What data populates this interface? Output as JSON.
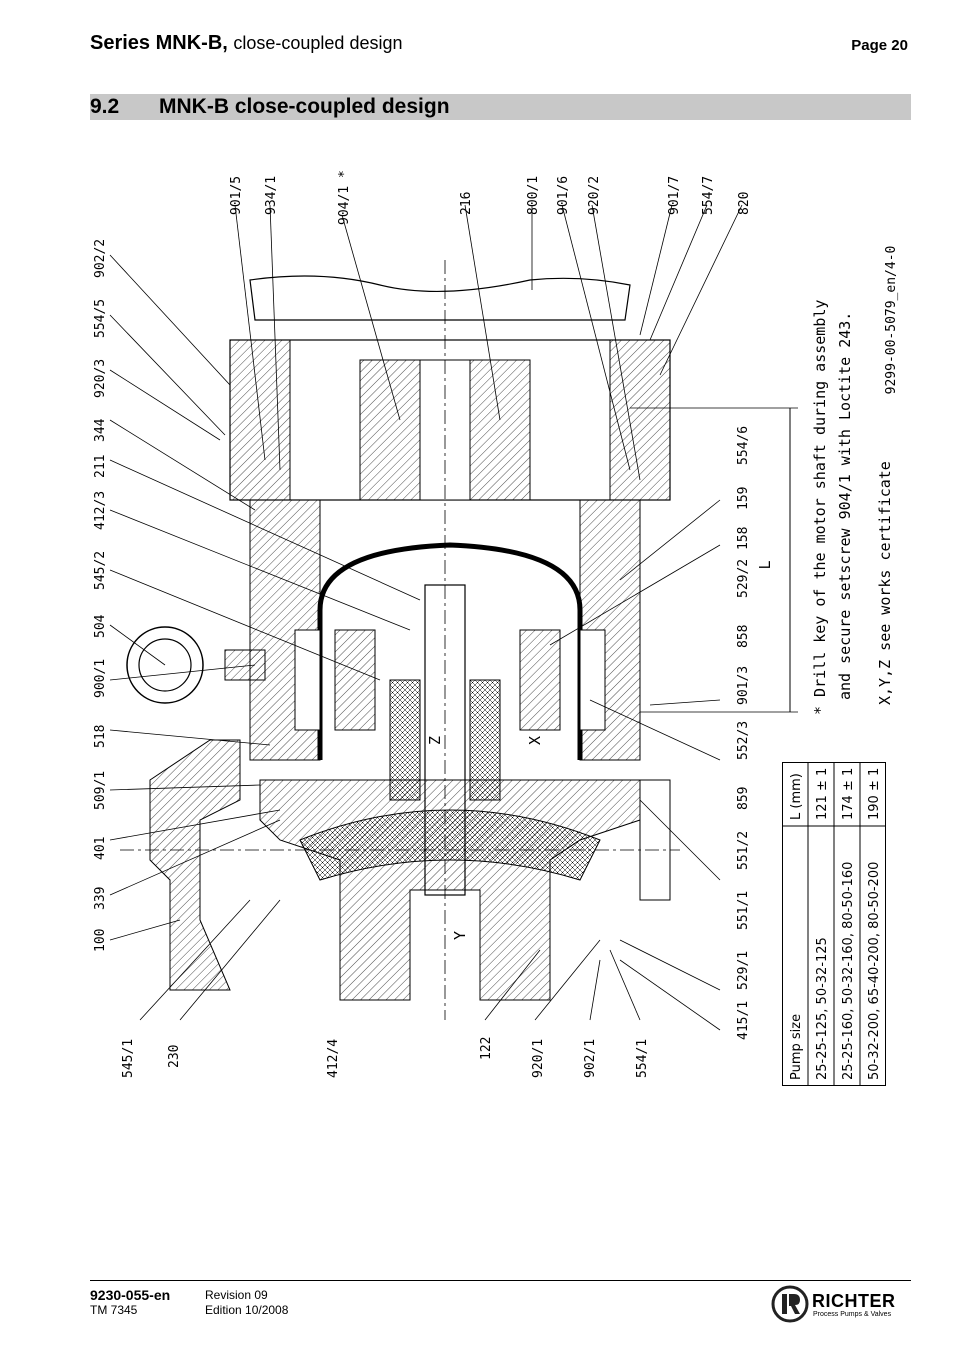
{
  "header": {
    "series": "Series MNK-B,",
    "subtitle": "close-coupled design",
    "page": "Page 20"
  },
  "section": {
    "number": "9.2",
    "title": "MNK-B   close-coupled design"
  },
  "drawing": {
    "code": "9299-00-5079_en/4-0",
    "dim_label": "L",
    "marks": [
      "X",
      "Y",
      "Z"
    ],
    "labels_top": [
      "901/5",
      "934/1",
      "904/1 *",
      "216",
      "800/1",
      "901/6",
      "920/2",
      "901/7",
      "554/7",
      "820"
    ],
    "labels_left": [
      "902/2",
      "554/5",
      "920/3",
      "344",
      "211",
      "412/3",
      "545/2",
      "504",
      "900/1",
      "518",
      "509/1",
      "401",
      "339",
      "100"
    ],
    "labels_bottom": [
      "545/1",
      "230",
      "412/4",
      "122",
      "920/1",
      "902/1",
      "554/1"
    ],
    "labels_right": [
      "554/6",
      "159",
      "158",
      "529/2",
      "858",
      "901/3",
      "552/3",
      "859",
      "551/2",
      "551/1",
      "529/1",
      "415/1"
    ],
    "note_line1": "* Drill key of the motor shaft during assembly",
    "note_line2": "and secure setscrew 904/1 with Loctite 243.",
    "note_line3": "X,Y,Z see works certificate"
  },
  "table": {
    "col_size": "Pump size",
    "col_l": "L (mm)",
    "rows": [
      {
        "size": "25-25-125, 50-32-125",
        "l": "121 ± 1"
      },
      {
        "size": "25-25-160, 50-32-160, 80-50-160",
        "l": "174 ± 1"
      },
      {
        "size": "50-32-200, 65-40-200, 80-50-200",
        "l": "190 ± 1"
      }
    ]
  },
  "footer": {
    "doc_no": "9230-055-en",
    "tm": "TM 7345",
    "revision": "Revision 09",
    "edition": "Edition 10/2008"
  },
  "logo": {
    "word": "RICHTER",
    "tagline": "Process Pumps & Valves"
  }
}
